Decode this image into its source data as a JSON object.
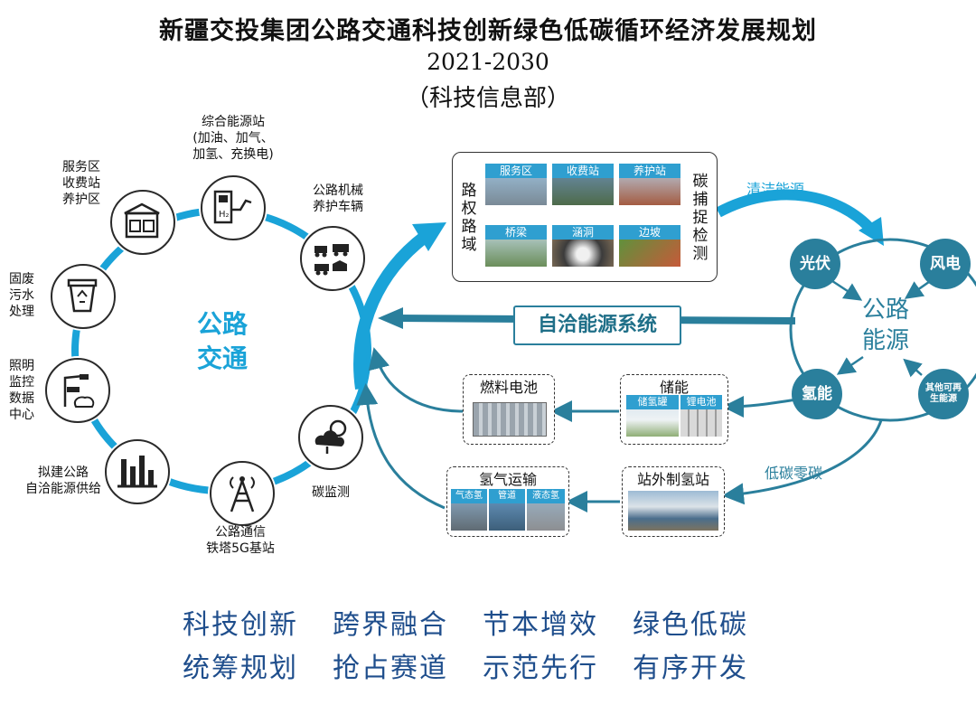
{
  "title": "新疆交投集团公路交通科技创新绿色低碳循环经济发展规划",
  "years": "2021-2030",
  "department": "（科技信息部）",
  "colors": {
    "ring": "#1aa3d8",
    "teal": "#2a7f9c",
    "tile_caption": "#2f9fd0",
    "slogan": "#1f4e8c"
  },
  "hub": {
    "line1": "公路",
    "line2": "交通"
  },
  "ring_nodes": [
    {
      "name": "service-area",
      "icon": "building-icon",
      "label": [
        "服务区",
        "收费站",
        "养护区"
      ]
    },
    {
      "name": "energy-station",
      "icon": "fuel-pump-icon",
      "label": [
        "综合能源站",
        "(加油、加气、",
        "加氢、充换电)"
      ]
    },
    {
      "name": "machinery",
      "icon": "machinery-icon",
      "label": [
        "公路机械",
        "养护车辆"
      ]
    },
    {
      "name": "waste",
      "icon": "recycle-bin-icon",
      "label": [
        "固废",
        "污水",
        "处理"
      ]
    },
    {
      "name": "lighting",
      "icon": "streetlight-camera-icon",
      "label": [
        "照明",
        "监控",
        "数据",
        "中心"
      ]
    },
    {
      "name": "self-energy",
      "icon": "factory-icon",
      "label": [
        "拟建公路",
        "自洽能源供给"
      ]
    },
    {
      "name": "telecom",
      "icon": "tower-icon",
      "label": [
        "公路通信",
        "铁塔5G基站"
      ]
    },
    {
      "name": "carbon",
      "icon": "weather-icon",
      "label": [
        "碳监测"
      ]
    }
  ],
  "road_domain": {
    "left_vertical": "路权路域",
    "right_vertical": "碳捕捉检测",
    "tiles": [
      "服务区",
      "收费站",
      "养护站",
      "桥梁",
      "涵洞",
      "边坡"
    ]
  },
  "clean_energy": "清洁能源",
  "self_energy_system": "自洽能源系统",
  "energy_hub": {
    "line1": "公路",
    "line2": "能源"
  },
  "energy_nodes": {
    "solar": "光伏",
    "wind": "风电",
    "hydrogen": "氢能",
    "other_line1": "其他可再",
    "other_line2": "生能源"
  },
  "low_carbon": "低碳零碳",
  "fuel_cell": "燃料电池",
  "storage": {
    "title": "储能",
    "items": [
      "储氢罐",
      "锂电池"
    ]
  },
  "hydrogen_transport": {
    "title": "氢气运输",
    "items": [
      "气态氢",
      "管道",
      "液态氢"
    ]
  },
  "offsite_station": "站外制氢站",
  "slogans": [
    [
      "科技创新",
      "跨界融合",
      "节本增效",
      "绿色低碳"
    ],
    [
      "统筹规划",
      "抢占赛道",
      "示范先行",
      "有序开发"
    ]
  ]
}
